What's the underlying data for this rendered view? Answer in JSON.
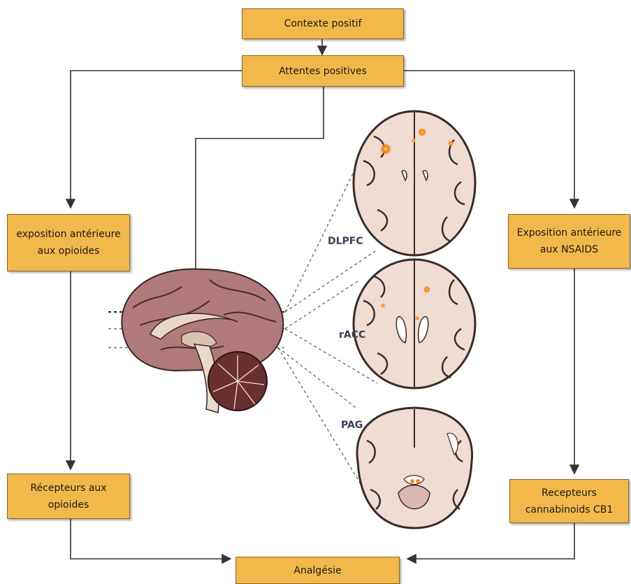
{
  "boxes": {
    "context": "Contexte positif",
    "expectations": "Attentes positives",
    "opioid_exposure": "exposition antérieure\naux opioides",
    "nsaids_exposure": "Exposition antérieure\naux NSAIDS",
    "opioid_receptors": "Récepteurs aux\nopioides",
    "cb1_receptors": "Recepteurs\ncannabinoids CB1",
    "analgesia": "Analgésie"
  },
  "brain_labels": {
    "dlpfc": "DLPFC",
    "racc": "rACC",
    "pag": "PAG"
  },
  "colors": {
    "box_fill": "#f2b84b",
    "arrow": "#333333",
    "brain_tissue": "#efdcd2",
    "brain_outline": "#3a2a2a",
    "activation": "#f08a2a"
  }
}
